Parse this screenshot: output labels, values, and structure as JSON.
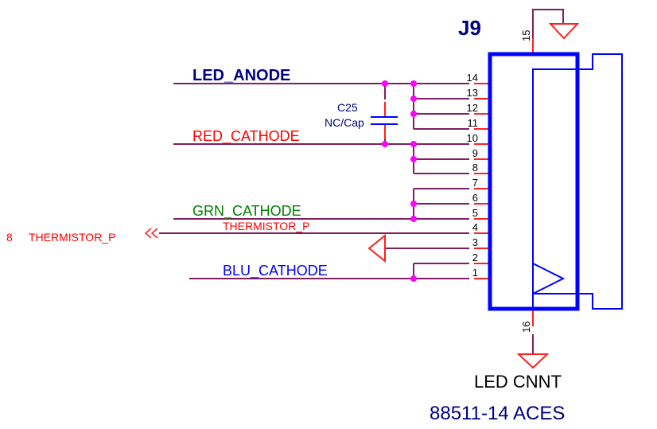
{
  "connector": {
    "refdes": "J9",
    "name": "LED CNNT",
    "part_number": "88511-14 ACES",
    "top_pin": "15",
    "bottom_pin": "16",
    "pins": [
      "1",
      "2",
      "3",
      "4",
      "5",
      "6",
      "7",
      "8",
      "9",
      "10",
      "11",
      "12",
      "13",
      "14"
    ]
  },
  "capacitor": {
    "refdes": "C25",
    "value": "NC/Cap"
  },
  "nets": {
    "led_anode": "LED_ANODE",
    "red_cathode": "RED_CATHODE",
    "grn_cathode": "GRN_CATHODE",
    "thermistor": "THERMISTOR_P",
    "blu_cathode": "BLU_CATHODE"
  },
  "offpage": {
    "page": "8",
    "label": "THERMISTOR_P"
  },
  "colors": {
    "wire": "#7f1f5f",
    "stub": "#ff2020",
    "junction": "#ff00ff",
    "body": "#0000ff",
    "refdes": "#000080",
    "red_net": "#ff0000",
    "green_net": "#008000",
    "blue_net": "#0000ff"
  }
}
